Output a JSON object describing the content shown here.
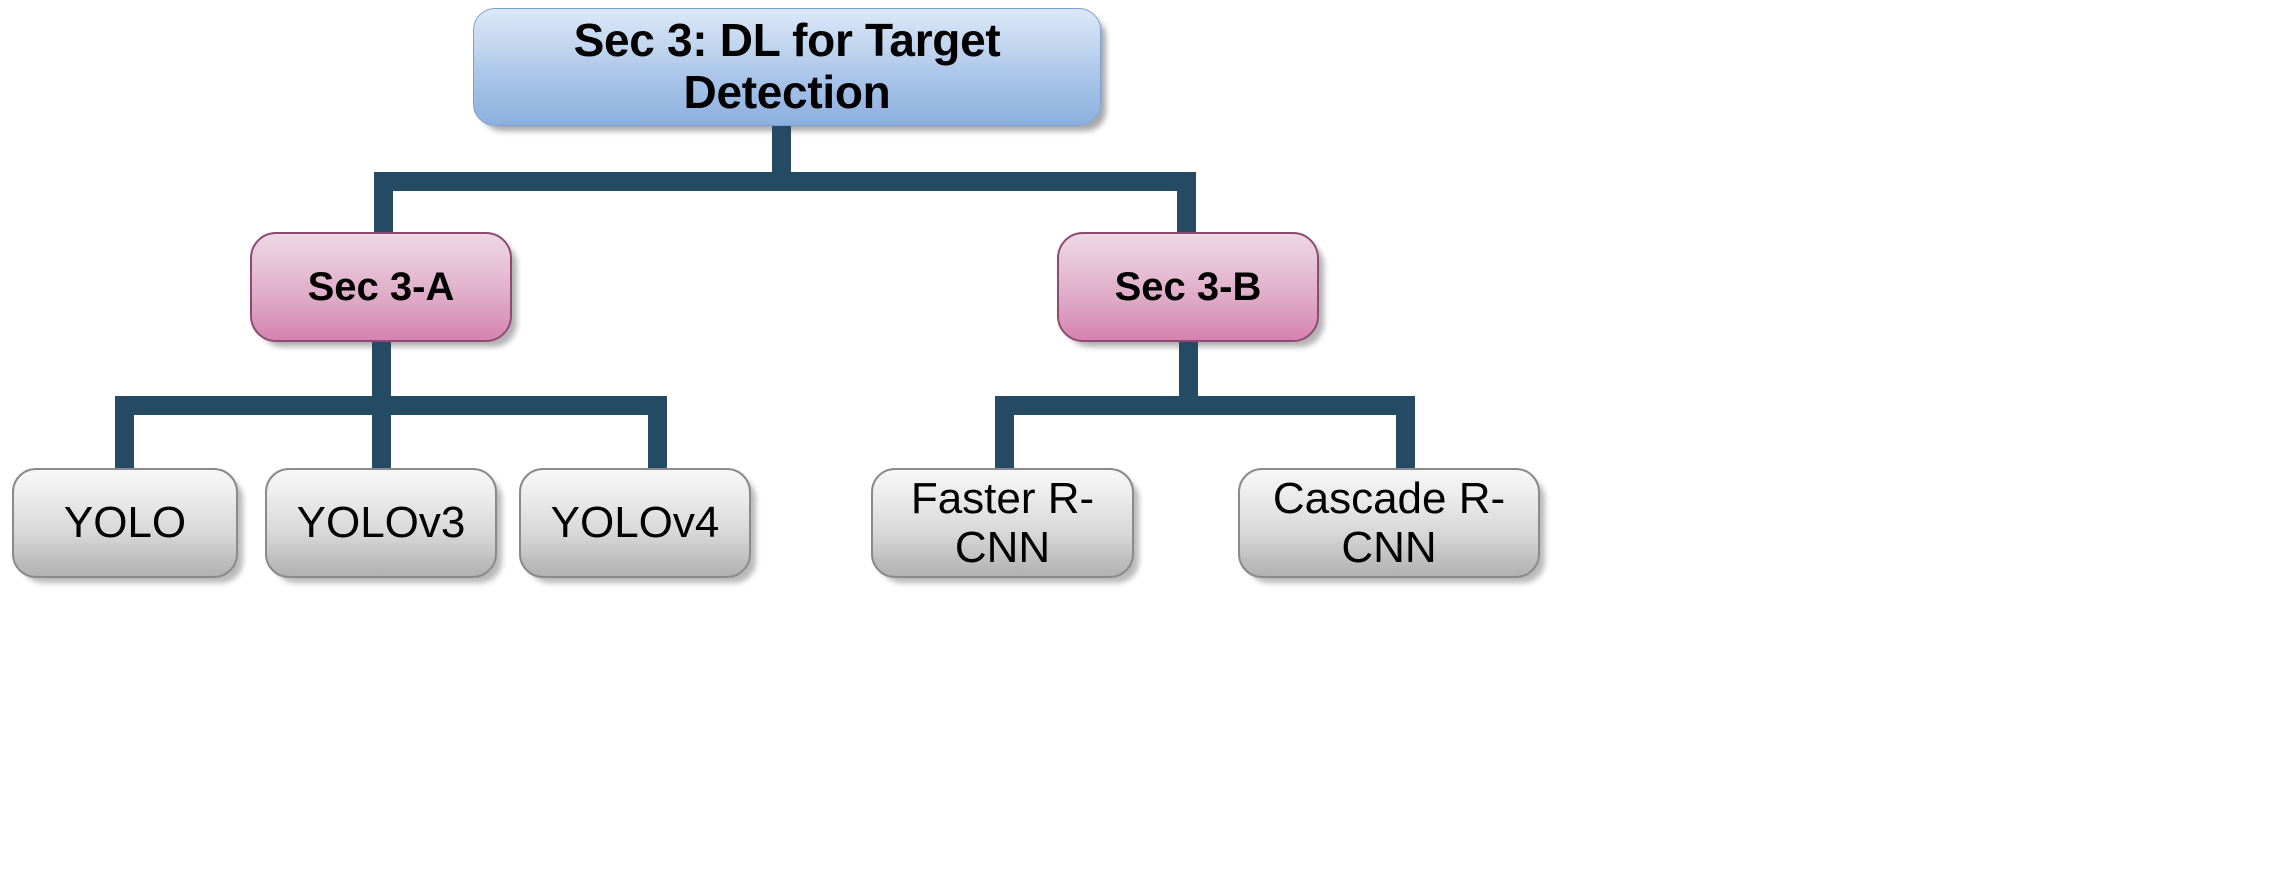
{
  "diagram": {
    "type": "tree",
    "title_node": {
      "id": "sec3",
      "label": "Sec 3: DL for Target Detection",
      "line1": "Sec 3: DL for Target",
      "line2": "Detection",
      "style": "blue"
    },
    "sections": [
      {
        "id": "sec3a",
        "label": "Sec 3-A",
        "style": "pink"
      },
      {
        "id": "sec3b",
        "label": "Sec 3-B",
        "style": "pink"
      }
    ],
    "leaves_a": [
      {
        "id": "yolo",
        "label": "YOLO",
        "style": "gray"
      },
      {
        "id": "yolov3",
        "label": "YOLOv3",
        "style": "gray"
      },
      {
        "id": "yolov4",
        "label": "YOLOv4",
        "style": "gray"
      }
    ],
    "leaves_b": [
      {
        "id": "faster-rcnn",
        "label": "Faster R-CNN",
        "style": "gray"
      },
      {
        "id": "cascade-rcnn",
        "label": "Cascade R-CNN",
        "style": "gray"
      }
    ],
    "colors": {
      "connector": "#254a63",
      "blue_light": "#dce8f8",
      "blue_dark": "#8cb0de",
      "blue_border": "#7b9fd0",
      "pink_light": "#eed7e4",
      "pink_dark": "#d682b0",
      "pink_border": "#8d4b74",
      "gray_light": "#f7f7f7",
      "gray_dark": "#b2b2b2",
      "gray_border": "#8a8a8a",
      "text": "#000000",
      "background": "#ffffff"
    }
  }
}
